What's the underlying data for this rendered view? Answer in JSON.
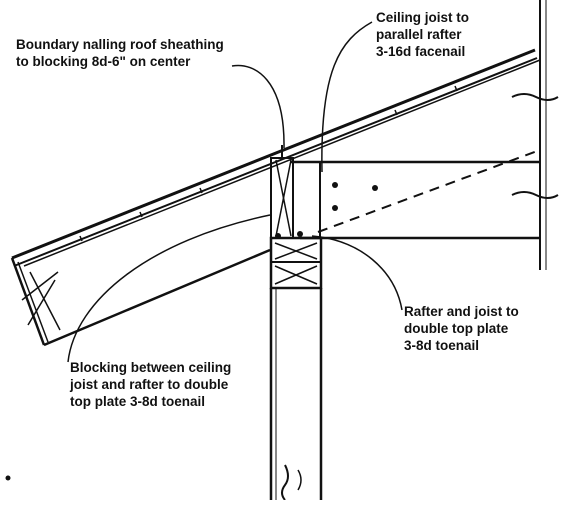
{
  "callouts": {
    "ceiling_joist_to_rafter": {
      "lines": [
        "Ceiling joist to",
        "parallel rafter",
        "3-16d facenail"
      ]
    },
    "boundary_nailing": {
      "lines": [
        "Boundary nalling roof sheathing",
        "to blocking 8d-6\" on center"
      ]
    },
    "rafter_and_joist": {
      "lines": [
        "Rafter and joist to",
        "double top plate",
        "3-8d toenail"
      ]
    },
    "blocking": {
      "lines": [
        "Blocking between ceiling",
        "joist and rafter to double",
        "top plate 3-8d toenail"
      ]
    }
  }
}
